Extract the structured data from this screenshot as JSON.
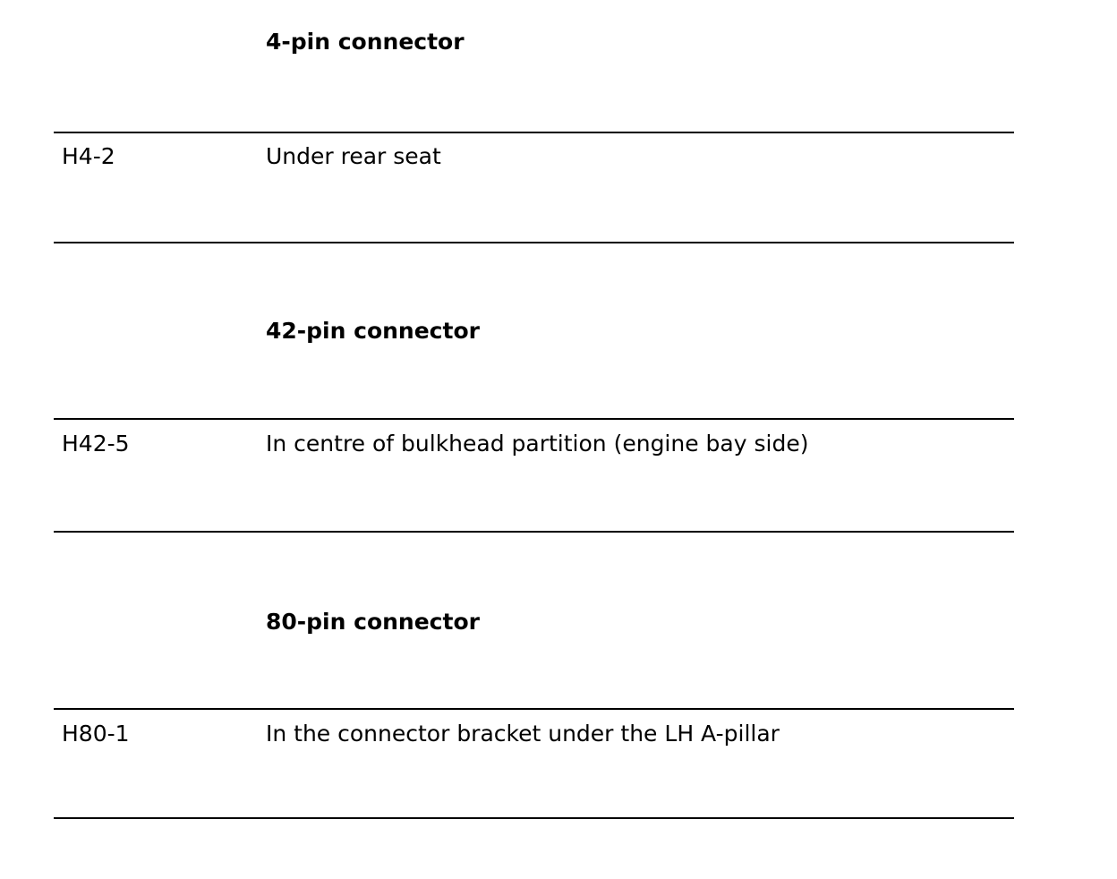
{
  "sections": [
    {
      "heading": "4-pin connector",
      "code": "H4-2",
      "location": "Under rear seat"
    },
    {
      "heading": "42-pin connector",
      "code": "H42-5",
      "location": "In centre of bulkhead partition (engine bay side)"
    },
    {
      "heading": "80-pin connector",
      "code": "H80-1",
      "location": "In the connector bracket under the LH A-pillar"
    }
  ]
}
